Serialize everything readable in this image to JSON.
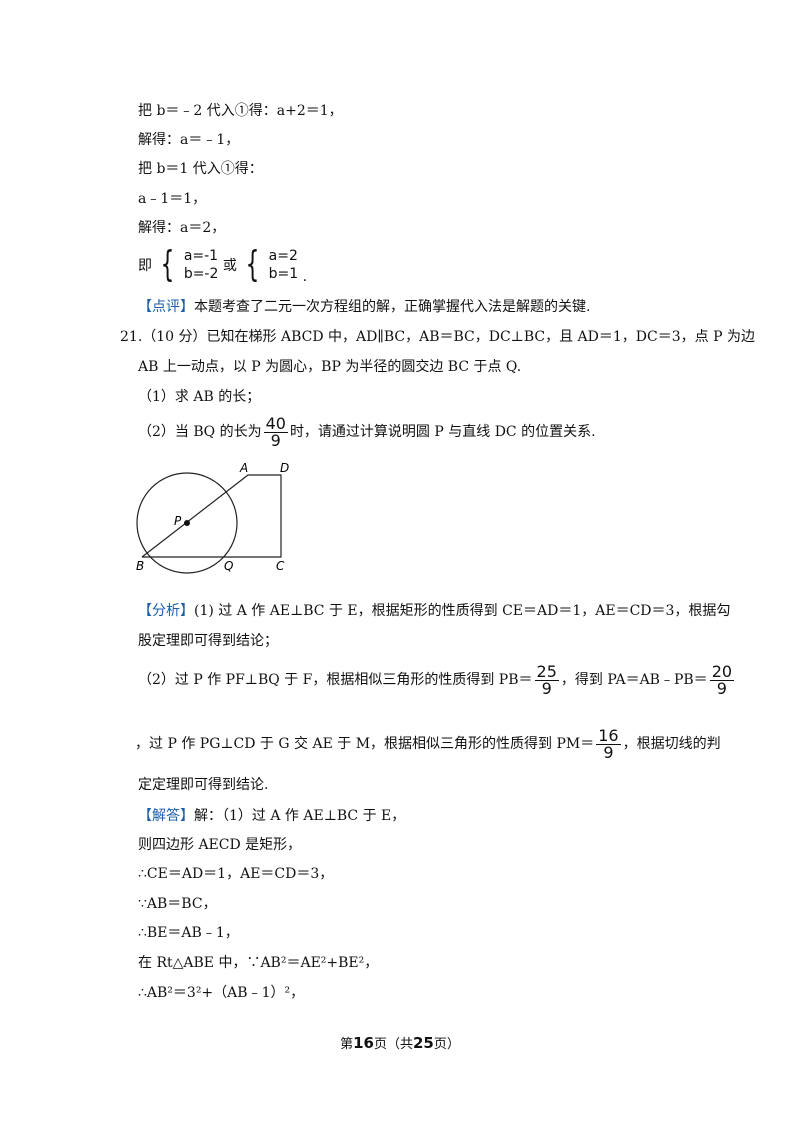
{
  "lines": {
    "l1": "把 b＝﹣2 代入①得：a+2＝1，",
    "l2": "解得：a＝﹣1，",
    "l3": "把 b＝1 代入①得：",
    "l4": "a﹣1＝1，",
    "l5": "解得：a＝2，",
    "sys_prefix": "即",
    "sys1_a": "a=-1",
    "sys1_b": "b=-2",
    "sys_or": "或",
    "sys2_a": "a=2",
    "sys2_b": "b=1",
    "sys_end": "."
  },
  "review": {
    "tag": "【点评】",
    "text": "本题考查了二元一次方程组的解，正确掌握代入法是解题的关键."
  },
  "problem": {
    "line1": "21.（10 分）已知在梯形 ABCD 中，AD∥BC，AB＝BC，DC⊥BC，且 AD＝1，DC＝3，点 P 为边",
    "line2": "AB 上一动点，以 P 为圆心，BP 为半径的圆交边 BC 于点 Q.",
    "q1": "（1）求 AB 的长；",
    "q2_pre": "（2）当 BQ 的长为",
    "q2_num": "40",
    "q2_den": "9",
    "q2_post": "时，请通过计算说明圆 P 与直线 DC 的位置关系."
  },
  "figure": {
    "labels": {
      "A": "A",
      "D": "D",
      "P": "P",
      "B": "B",
      "Q": "Q",
      "C": "C"
    }
  },
  "analysis": {
    "tag": "【分析】",
    "p1a": "(1) 过 A 作 AE⊥BC 于 E，根据矩形的性质得到 CE＝AD＝1，AE＝CD＝3，根据勾",
    "p1b": "股定理即可得到结论；",
    "p2_pre": "（2）过 P 作 PF⊥BQ 于 F，根据相似三角形的性质得到 PB＝",
    "p2_f1_num": "25",
    "p2_f1_den": "9",
    "p2_mid": "，得到 PA＝AB﹣PB＝",
    "p2_f2_num": "20",
    "p2_f2_den": "9",
    "p3_pre": "，过 P 作 PG⊥CD 于 G 交 AE 于 M，根据相似三角形的性质得到 PM＝",
    "p3_f_num": "16",
    "p3_f_den": "9",
    "p3_post": "，根据切线的判",
    "p4": "定定理即可得到结论."
  },
  "solution": {
    "tag": "【解答】",
    "s1": "解：（1）过 A 作 AE⊥BC 于 E，",
    "s2": "则四边形 AECD 是矩形，",
    "s3": "∴CE＝AD＝1，AE＝CD＝3，",
    "s4": "∵AB＝BC，",
    "s5": "∴BE＝AB﹣1，",
    "s6": "在 Rt△ABE 中，∵AB²＝AE²+BE²，",
    "s7": "∴AB²＝3²+（AB﹣1）²，"
  },
  "footer": {
    "pre": "第",
    "page": "16",
    "mid": "页（共",
    "total": "25",
    "post": "页）"
  }
}
